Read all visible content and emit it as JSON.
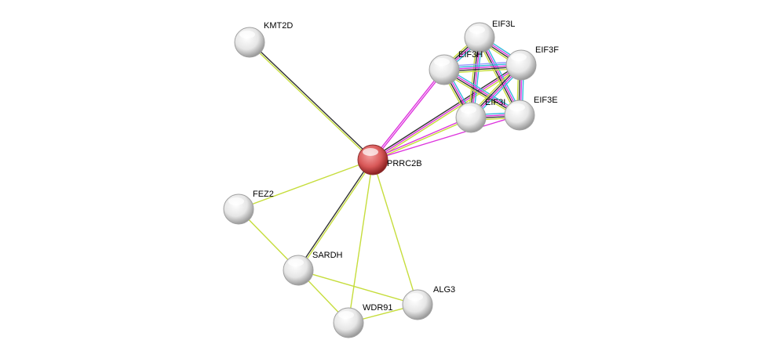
{
  "network": {
    "nodes": [
      {
        "id": "PRRC2B",
        "label": "PRRC2B",
        "query": true
      },
      {
        "id": "KMT2D",
        "label": "KMT2D"
      },
      {
        "id": "EIF3L",
        "label": "EIF3L"
      },
      {
        "id": "EIF3H",
        "label": "EIF3H"
      },
      {
        "id": "EIF3F",
        "label": "EIF3F"
      },
      {
        "id": "EIF3I",
        "label": "EIF3I"
      },
      {
        "id": "EIF3E",
        "label": "EIF3E"
      },
      {
        "id": "FEZ2",
        "label": "FEZ2"
      },
      {
        "id": "SARDH",
        "label": "SARDH"
      },
      {
        "id": "ALG3",
        "label": "ALG3"
      },
      {
        "id": "WDR91",
        "label": "WDR91"
      }
    ],
    "edge_colors": {
      "textmining": "#c6dd3c",
      "coexpression": "#333333",
      "experiments": "#dd33dd",
      "database": "#33bbdd",
      "homology": "#9999ff"
    },
    "edges": [
      {
        "a": "PRRC2B",
        "b": "KMT2D",
        "types": [
          "textmining",
          "coexpression"
        ]
      },
      {
        "a": "PRRC2B",
        "b": "EIF3H",
        "types": [
          "experiments",
          "experiments"
        ]
      },
      {
        "a": "PRRC2B",
        "b": "EIF3F",
        "types": [
          "coexpression",
          "experiments",
          "textmining"
        ]
      },
      {
        "a": "PRRC2B",
        "b": "EIF3I",
        "types": [
          "experiments",
          "textmining"
        ]
      },
      {
        "a": "PRRC2B",
        "b": "EIF3E",
        "types": [
          "experiments"
        ]
      },
      {
        "a": "PRRC2B",
        "b": "FEZ2",
        "types": [
          "textmining"
        ]
      },
      {
        "a": "PRRC2B",
        "b": "SARDH",
        "types": [
          "textmining",
          "coexpression"
        ]
      },
      {
        "a": "PRRC2B",
        "b": "WDR91",
        "types": [
          "textmining"
        ]
      },
      {
        "a": "PRRC2B",
        "b": "ALG3",
        "types": [
          "textmining"
        ]
      },
      {
        "a": "FEZ2",
        "b": "SARDH",
        "types": [
          "textmining"
        ]
      },
      {
        "a": "SARDH",
        "b": "WDR91",
        "types": [
          "textmining"
        ]
      },
      {
        "a": "SARDH",
        "b": "ALG3",
        "types": [
          "textmining"
        ]
      },
      {
        "a": "WDR91",
        "b": "ALG3",
        "types": [
          "textmining"
        ]
      },
      {
        "a": "EIF3L",
        "b": "EIF3H",
        "types": [
          "database",
          "experiments",
          "coexpression",
          "textmining"
        ]
      },
      {
        "a": "EIF3L",
        "b": "EIF3F",
        "types": [
          "database",
          "experiments",
          "coexpression",
          "textmining"
        ]
      },
      {
        "a": "EIF3L",
        "b": "EIF3I",
        "types": [
          "database",
          "experiments",
          "coexpression",
          "textmining"
        ]
      },
      {
        "a": "EIF3L",
        "b": "EIF3E",
        "types": [
          "database",
          "experiments",
          "coexpression",
          "textmining"
        ]
      },
      {
        "a": "EIF3H",
        "b": "EIF3F",
        "types": [
          "homology",
          "database",
          "experiments",
          "coexpression",
          "textmining"
        ]
      },
      {
        "a": "EIF3H",
        "b": "EIF3I",
        "types": [
          "database",
          "experiments",
          "coexpression",
          "textmining"
        ]
      },
      {
        "a": "EIF3H",
        "b": "EIF3E",
        "types": [
          "database",
          "experiments",
          "coexpression",
          "textmining"
        ]
      },
      {
        "a": "EIF3F",
        "b": "EIF3I",
        "types": [
          "database",
          "experiments",
          "coexpression",
          "textmining"
        ]
      },
      {
        "a": "EIF3F",
        "b": "EIF3E",
        "types": [
          "database",
          "experiments",
          "coexpression",
          "textmining"
        ]
      },
      {
        "a": "EIF3I",
        "b": "EIF3E",
        "types": [
          "database",
          "experiments",
          "coexpression",
          "textmining"
        ]
      }
    ]
  }
}
